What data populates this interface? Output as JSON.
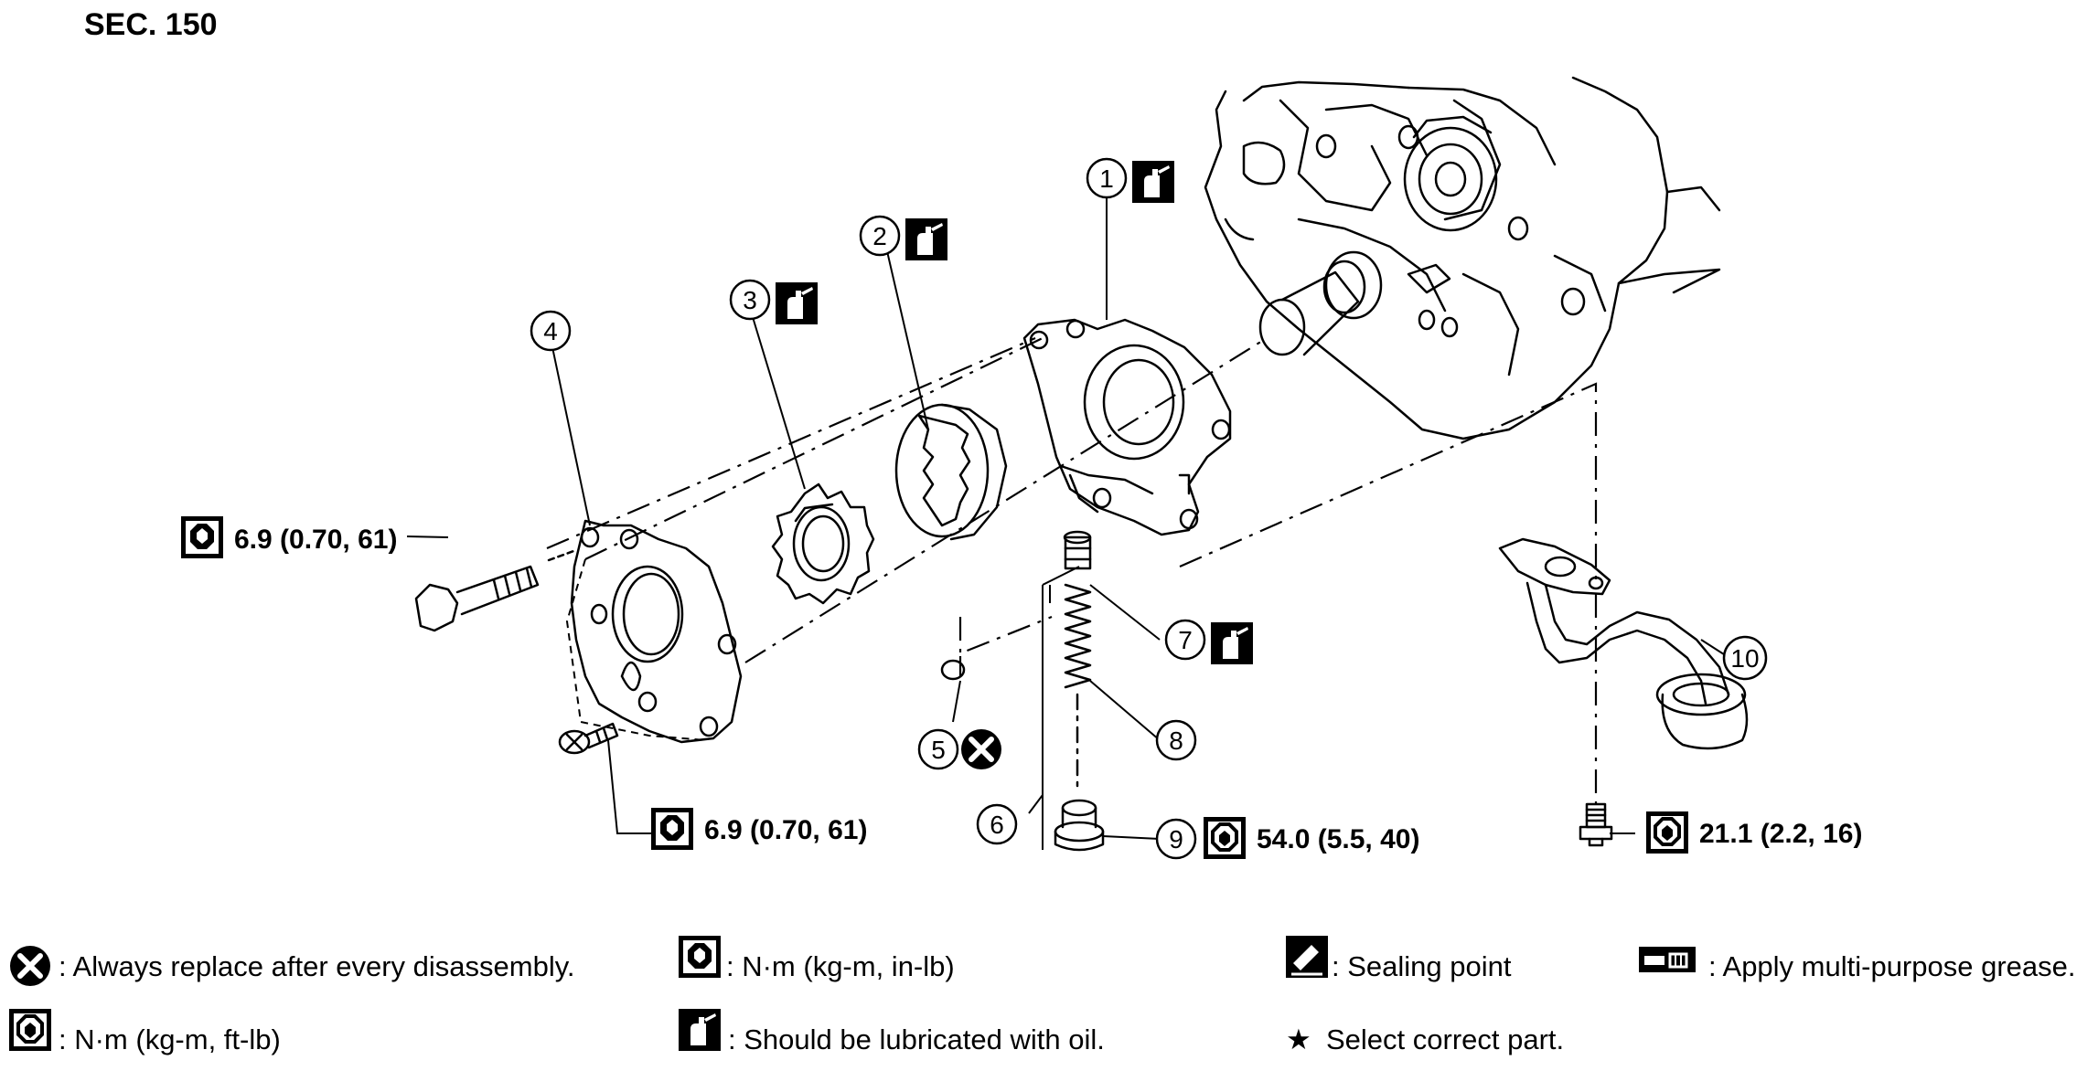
{
  "section": "SEC. 150",
  "callouts": [
    "1",
    "2",
    "3",
    "4",
    "5",
    "6",
    "7",
    "8",
    "9",
    "10"
  ],
  "torque": {
    "bolt_left": "6.9 (0.70, 61)",
    "screw_bottom": "6.9 (0.70, 61)",
    "plug_9": "54.0 (5.5, 40)",
    "bolt_strainer": "21.1 (2.2, 16)"
  },
  "legend": {
    "replace": ": Always replace after every disassembly.",
    "nm_in_lb": ": N·m (kg-m, in-lb)",
    "sealing": ": Sealing point",
    "grease": ": Apply multi-purpose grease.",
    "nm_ft_lb": ": N·m (kg-m, ft-lb)",
    "lubricate": ": Should be lubricated with oil.",
    "select": "Select correct part."
  },
  "icons": {
    "star": "★",
    "replace": "replace-x-icon",
    "torque_in_lb": "torque-in-lb-icon",
    "torque_ft_lb": "torque-ft-lb-icon",
    "oil": "oil-can-icon",
    "sealing": "sealing-point-icon",
    "grease": "grease-gun-icon"
  }
}
